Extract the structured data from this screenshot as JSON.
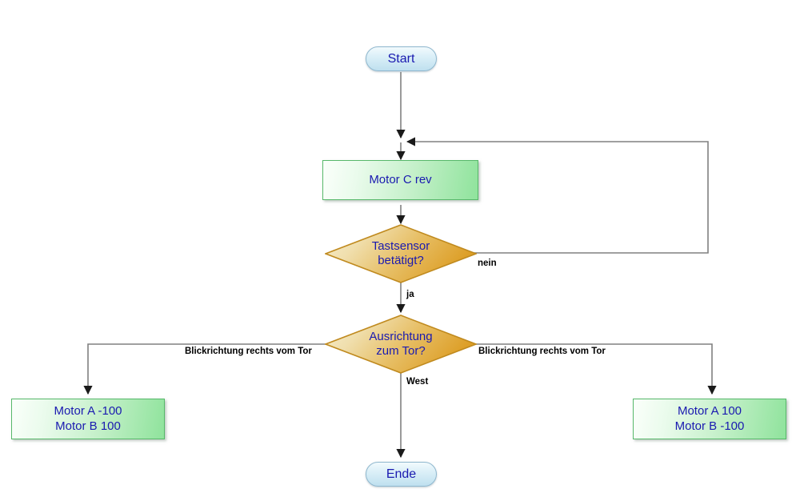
{
  "diagram": {
    "title": "Flowchart",
    "language": "de",
    "colors": {
      "terminator_fill": "#cfe9f5",
      "terminator_stroke": "#8fb8cf",
      "process_fill": "#9ee8a9",
      "process_stroke": "#57b86a",
      "decision_fill": "#e8b84b",
      "decision_stroke": "#c08a1e",
      "node_text": "#1a1ab0",
      "edge_label_text": "#000000",
      "connector": "#808080",
      "arrowhead": "#000000",
      "background": "#ffffff"
    },
    "nodes": [
      {
        "id": "start",
        "type": "terminator",
        "label": "Start"
      },
      {
        "id": "motor_c_rev",
        "type": "process",
        "label": "Motor C rev"
      },
      {
        "id": "tastsensor",
        "type": "decision",
        "label": "Tastsensor\nbetätigt?"
      },
      {
        "id": "ausrichtung",
        "type": "decision",
        "label": "Ausrichtung\nzum Tor?"
      },
      {
        "id": "motor_left",
        "type": "process",
        "label": "Motor A -100\nMotor B 100"
      },
      {
        "id": "motor_right",
        "type": "process",
        "label": "Motor A 100\nMotor B -100"
      },
      {
        "id": "ende",
        "type": "terminator",
        "label": "Ende"
      }
    ],
    "edge_labels": [
      {
        "id": "nein",
        "text": "nein",
        "from": "tastsensor",
        "to": "motor_c_rev"
      },
      {
        "id": "ja",
        "text": "ja",
        "from": "tastsensor",
        "to": "ausrichtung"
      },
      {
        "id": "left_branch",
        "text": "Blickrichtung rechts vom Tor",
        "from": "ausrichtung",
        "to": "motor_left"
      },
      {
        "id": "right_branch",
        "text": "Blickrichtung rechts vom Tor",
        "from": "ausrichtung",
        "to": "motor_right"
      },
      {
        "id": "west",
        "text": "West",
        "from": "ausrichtung",
        "to": "ende"
      }
    ]
  }
}
